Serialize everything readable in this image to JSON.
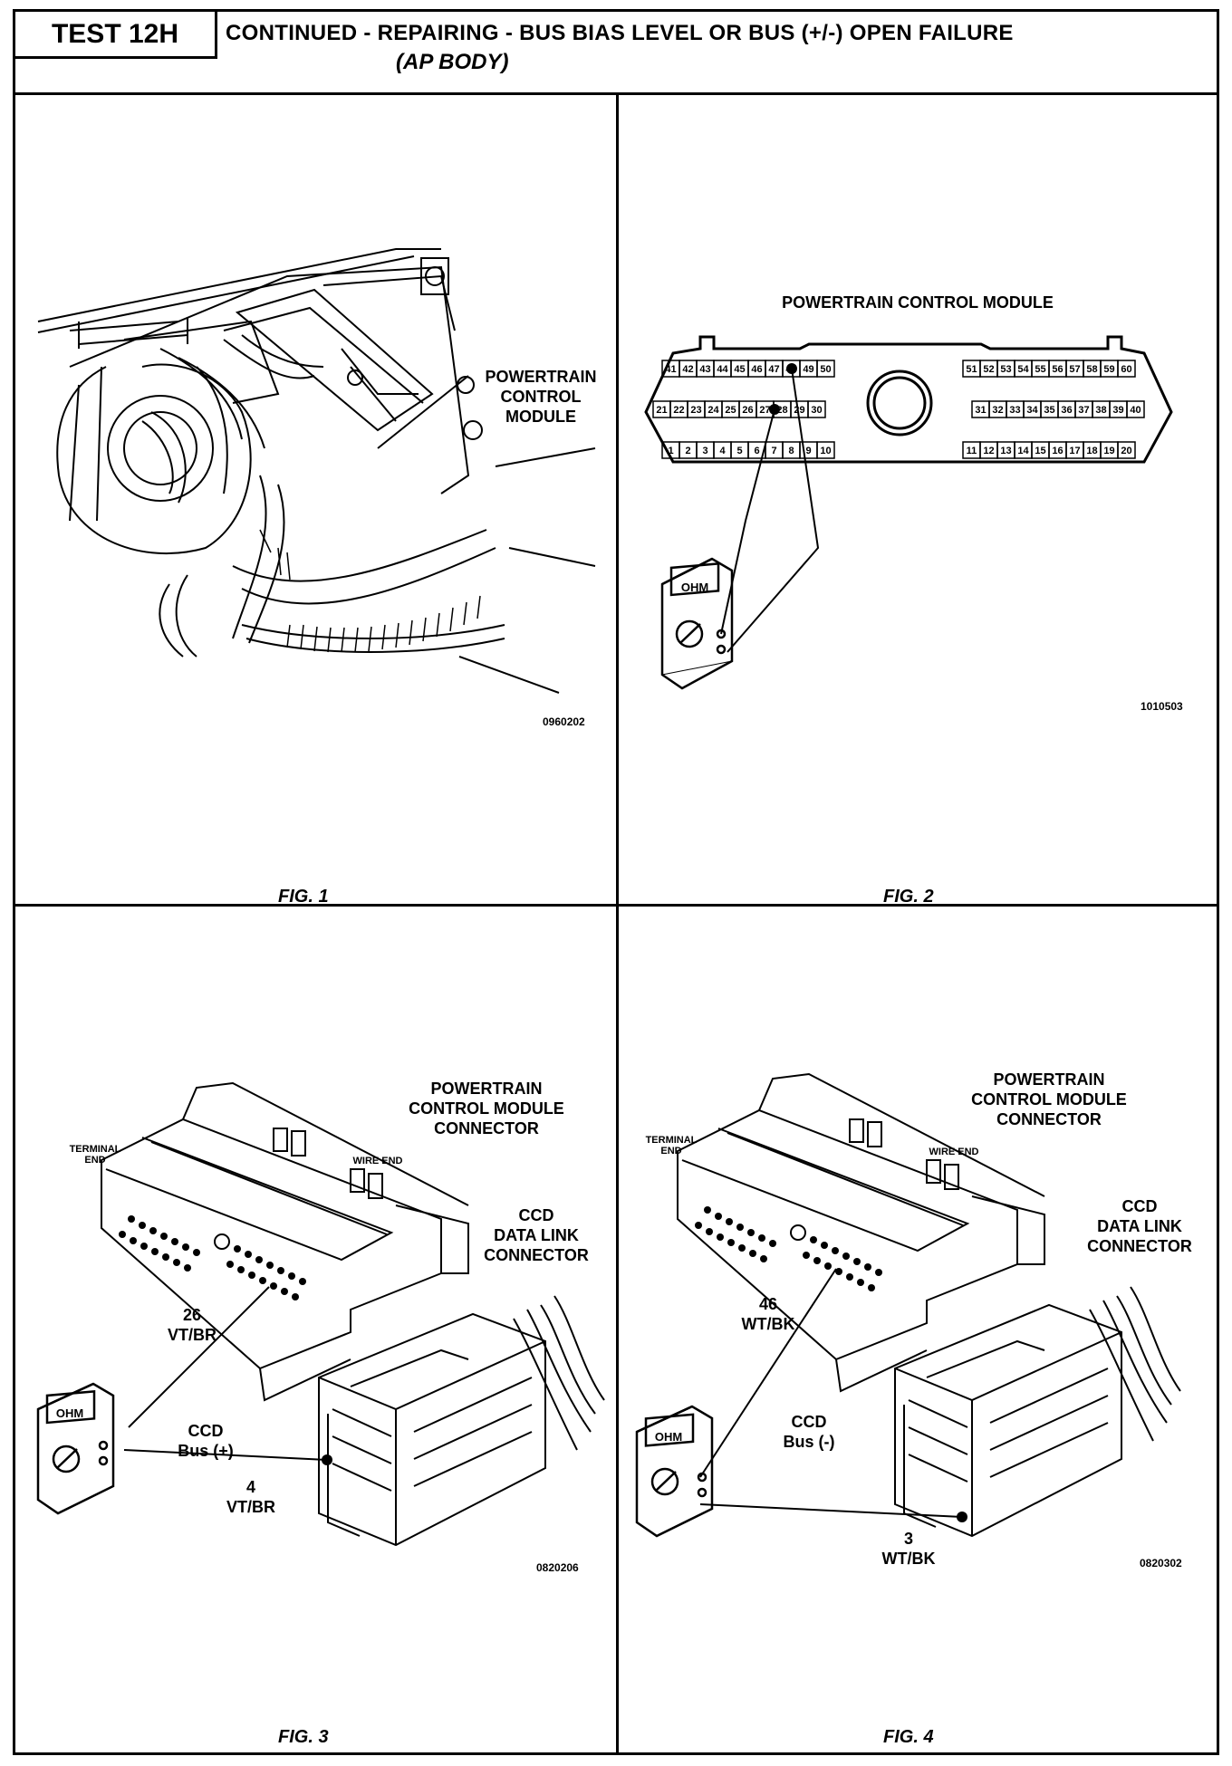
{
  "header": {
    "test_label": "TEST 12H",
    "title": "CONTINUED -  REPAIRING - BUS BIAS LEVEL OR BUS (+/-) OPEN FAILURE",
    "subtitle": "(AP BODY)"
  },
  "fig1": {
    "caption": "FIG. 1",
    "code": "0960202",
    "label_line1": "POWERTRAIN",
    "label_line2": "CONTROL",
    "label_line3": "MODULE"
  },
  "fig2": {
    "caption": "FIG. 2",
    "code": "1010503",
    "module_title": "POWERTRAIN CONTROL MODULE",
    "meter_label": "OHM",
    "row_top_left": [
      "41",
      "42",
      "43",
      "44",
      "45",
      "46",
      "47",
      "48",
      "49",
      "50"
    ],
    "row_mid_left": [
      "21",
      "22",
      "23",
      "24",
      "25",
      "26",
      "27",
      "28",
      "29",
      "30"
    ],
    "row_bot_left": [
      "1",
      "2",
      "3",
      "4",
      "5",
      "6",
      "7",
      "8",
      "9",
      "10"
    ],
    "row_top_right": [
      "51",
      "52",
      "53",
      "54",
      "55",
      "56",
      "57",
      "58",
      "59",
      "60"
    ],
    "row_mid_right": [
      "31",
      "32",
      "33",
      "34",
      "35",
      "36",
      "37",
      "38",
      "39",
      "40"
    ],
    "row_bot_right": [
      "11",
      "12",
      "13",
      "14",
      "15",
      "16",
      "17",
      "18",
      "19",
      "20"
    ]
  },
  "fig3": {
    "caption": "FIG. 3",
    "code": "0820206",
    "pcm_label_1": "POWERTRAIN",
    "pcm_label_2": "CONTROL MODULE",
    "pcm_label_3": "CONNECTOR",
    "terminal_end": "TERMINAL END",
    "wire_end": "WIRE  END",
    "ccd_label_1": "CCD",
    "ccd_label_2": "DATA LINK",
    "ccd_label_3": "CONNECTOR",
    "pin_a_num": "26",
    "pin_a_color": "VT/BR",
    "bus_1": "CCD",
    "bus_2": "Bus (+)",
    "pin_b_num": "4",
    "pin_b_color": "VT/BR",
    "meter_label": "OHM"
  },
  "fig4": {
    "caption": "FIG. 4",
    "code": "0820302",
    "pcm_label_1": "POWERTRAIN",
    "pcm_label_2": "CONTROL MODULE",
    "pcm_label_3": "CONNECTOR",
    "terminal_end": "TERMINAL END",
    "wire_end": "WIRE  END",
    "ccd_label_1": "CCD",
    "ccd_label_2": "DATA LINK",
    "ccd_label_3": "CONNECTOR",
    "pin_a_num": "46",
    "pin_a_color": "WT/BK",
    "bus_1": "CCD",
    "bus_2": "Bus (-)",
    "pin_b_num": "3",
    "pin_b_color": "WT/BK",
    "meter_label": "OHM"
  }
}
